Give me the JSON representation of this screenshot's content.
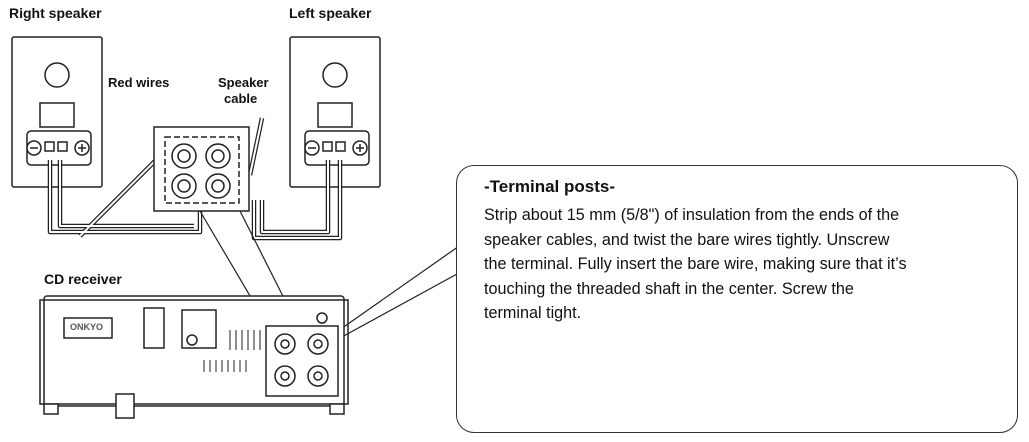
{
  "labels": {
    "right_speaker": "Right speaker",
    "left_speaker": "Left speaker",
    "red_wires": "Red wires",
    "speaker_cable_line1": "Speaker",
    "speaker_cable_line2": "cable",
    "cd_receiver": "CD receiver",
    "brand": "ONKYO"
  },
  "callout": {
    "title": "-Terminal posts-",
    "lines": [
      "Strip about 15 mm (5/8\") of insulation from the ends of the",
      "speaker cables, and twist the bare wires tightly. Unscrew",
      "the terminal. Fully insert the bare wire, making sure that it’s",
      "touching the threaded shaft in the center. Screw the",
      "terminal tight."
    ]
  },
  "colors": {
    "line": "#222222",
    "arrow_accent": "#5a8fc4",
    "cable_fill": "#ffffff"
  }
}
